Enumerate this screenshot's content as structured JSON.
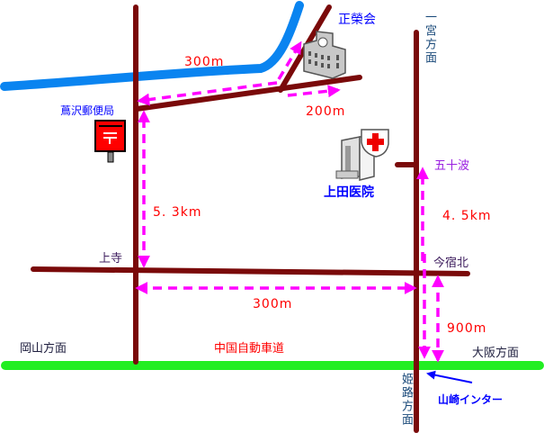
{
  "colors": {
    "road": "#7a0a0a",
    "river": "#0a84f0",
    "expressway": "#22ee22",
    "route": "#ff00ff",
    "place": "#0000ff",
    "distance": "#ff0000"
  },
  "landmarks": {
    "shoeikai": "正榮会",
    "post_office": "蔦沢郵便局",
    "hospital": "上田医院"
  },
  "intersections": {
    "kamidera": "上寺",
    "imajuku_kita": "今宿北",
    "isoba": "五十波"
  },
  "directions": {
    "ichinomiya": "一宮方面",
    "okayama": "岡山方面",
    "osaka": "大阪方面",
    "himeji": "姫路方面"
  },
  "expressway_name": "中国自動車道",
  "interchange": "山崎インター",
  "distances": {
    "river_route": "300m",
    "to_shoeikai": "200m",
    "left_vertical": "5. 3km",
    "bottom_horizontal": "300m",
    "right_vertical": "4. 5km",
    "to_interchange": "900m"
  }
}
